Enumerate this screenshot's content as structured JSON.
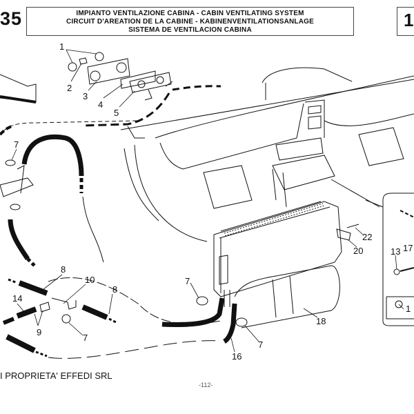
{
  "header": {
    "section_number": "35",
    "title_lines": [
      "IMPIANTO VENTILAZIONE CABINA - CABIN VENTILATING SYSTEM",
      "CIRCUIT D'AREATION DE LA CABINE - KABINENVENTILATIONSANLAGE",
      "SISTEMA DE VENTILACION CABINA"
    ],
    "right_number_partial": "1"
  },
  "callouts": {
    "c1": "1",
    "c2": "2",
    "c3": "3",
    "c4": "4",
    "c5": "5",
    "c7a": "7",
    "c7b": "7",
    "c7c": "7",
    "c7d": "7",
    "c8a": "8",
    "c8b": "8",
    "c9": "9",
    "c10": "10",
    "c14": "14",
    "c16": "16",
    "c18": "18",
    "c20": "20",
    "c22": "22",
    "c13": "13",
    "c17": "17",
    "c1r": "1"
  },
  "footer": {
    "copyright": "I PROPRIETA' EFFEDI SRL",
    "page": "-112-"
  }
}
